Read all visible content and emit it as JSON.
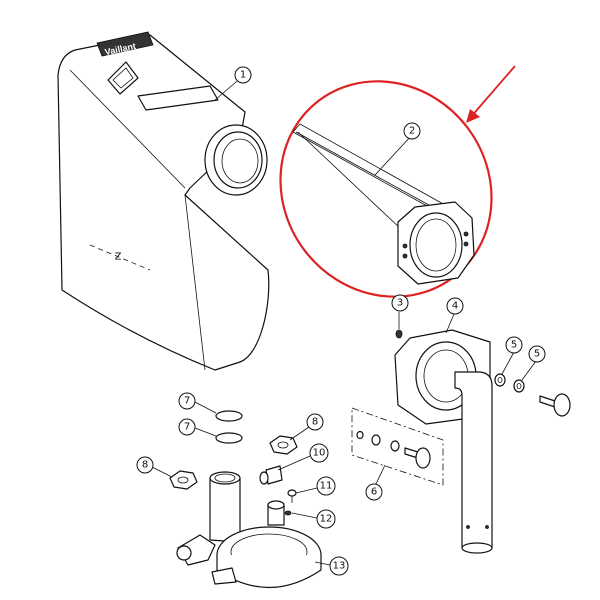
{
  "logo_text": "Vaillant",
  "highlight_color": "#dd2222",
  "callouts": {
    "c1": "1",
    "c2": "2",
    "c3": "3",
    "c4": "4",
    "c5a": "5",
    "c5b": "5",
    "c6": "6",
    "c7a": "7",
    "c7b": "7",
    "c8a": "8",
    "c8b": "8",
    "c10": "10",
    "c11": "11",
    "c12": "12",
    "c13": "13"
  }
}
